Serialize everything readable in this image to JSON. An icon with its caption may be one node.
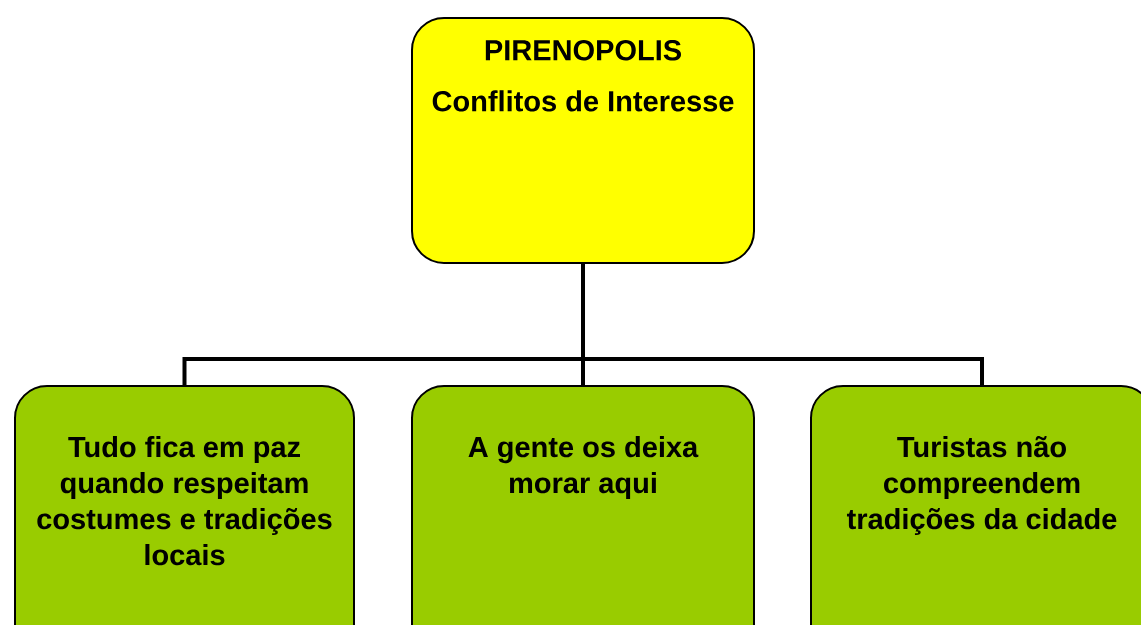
{
  "diagram": {
    "nodes": [
      {
        "text": [
          "PIRENOPOLIS",
          "Conflitos de Interesse"
        ]
      },
      {
        "text": [
          "Tudo fica em paz quando respeitam costumes e tradições locais"
        ]
      },
      {
        "text": [
          "A gente os deixa morar aqui"
        ]
      },
      {
        "text": [
          "Turistas não compreendem tradições da cidade"
        ]
      }
    ],
    "edges": [
      {
        "from": 0,
        "to": 1,
        "arrow": "none"
      },
      {
        "from": 0,
        "to": 2,
        "arrow": "none"
      },
      {
        "from": 0,
        "to": 3,
        "arrow": "none"
      }
    ]
  }
}
